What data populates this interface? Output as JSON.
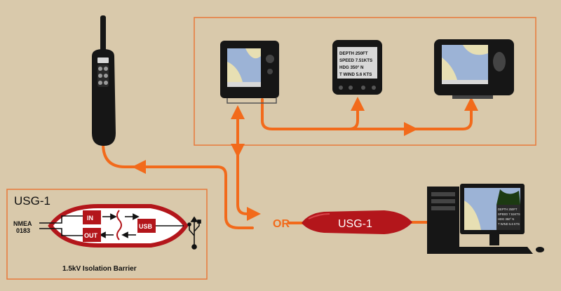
{
  "colors": {
    "background": "#d9c9ab",
    "wire": "#f26a1b",
    "usg_red": "#b3161b",
    "device_black": "#161616"
  },
  "icons": {
    "radio": "vhf-radio-icon",
    "plotter": "chartplotter-icon",
    "instrument": "instrument-display-icon",
    "computer": "desktop-computer-icon",
    "usb": "usb-icon"
  },
  "instrument_display": {
    "lines": [
      "DEPTH 250FT",
      "SPEED 7.51KTS",
      "HDG  350°  N",
      "T WIND 5.6 KTS"
    ]
  },
  "computer_screen": {
    "lines": [
      "DEPTH 250FT",
      "SPEED 7.51KTS",
      "HDG  350°  N",
      "T WIND 5.6 KTS"
    ]
  },
  "or_label": "OR",
  "usg_device": {
    "label": "USG-1"
  },
  "inset": {
    "title": "USG-1",
    "nmea_label_1": "NMEA",
    "nmea_label_2": "0183",
    "in_label": "IN",
    "out_label": "OUT",
    "usb_label": "USB",
    "barrier_label": "1.5kV Isolation Barrier"
  }
}
